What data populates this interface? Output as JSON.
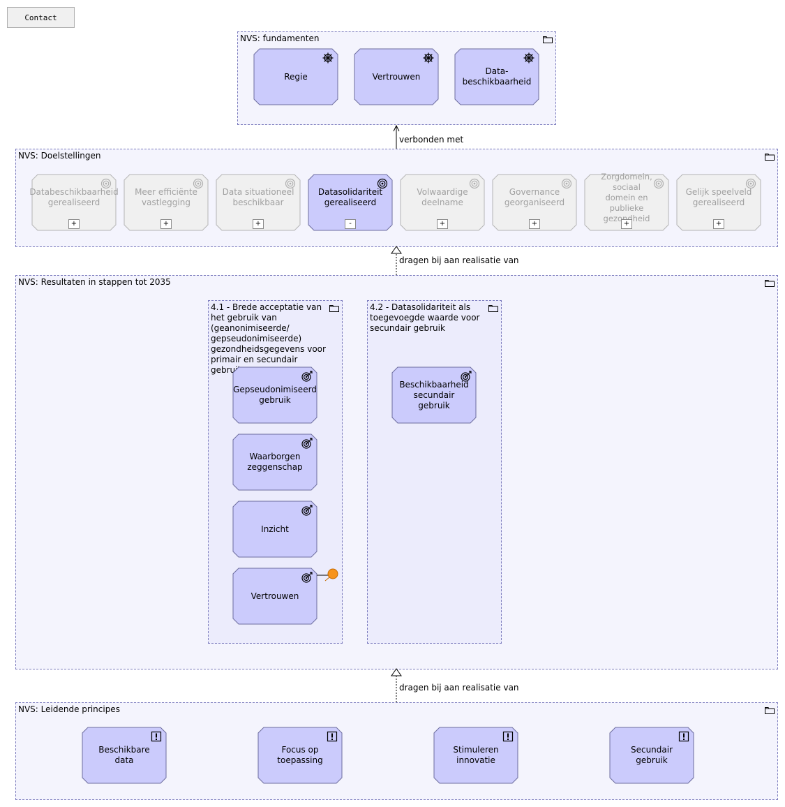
{
  "contact_button": "Contact",
  "groups": {
    "fundamenten": {
      "label": "NVS: fundamenten",
      "nodes": [
        "Regie",
        "Vertrouwen",
        "Data-\nbeschikbaarheid"
      ]
    },
    "doelstellingen": {
      "label": "NVS: Doelstellingen",
      "nodes": [
        {
          "label": "Databeschikbaarheid\ngerealiseerd",
          "toggle": "+",
          "active": false
        },
        {
          "label": "Meer efficiënte\nvastlegging",
          "toggle": "+",
          "active": false
        },
        {
          "label": "Data situationeel\nbeschikbaar",
          "toggle": "+",
          "active": false
        },
        {
          "label": "Datasolidariteit\ngerealiseerd",
          "toggle": "-",
          "active": true
        },
        {
          "label": "Volwaardige\ndeelname",
          "toggle": "+",
          "active": false
        },
        {
          "label": "Governance\ngeorganiseerd",
          "toggle": "+",
          "active": false
        },
        {
          "label": "Zorgdomein, sociaal\ndomein en publieke\ngezondheid",
          "toggle": "+",
          "active": false
        },
        {
          "label": "Gelijk speelveld\ngerealiseerd",
          "toggle": "+",
          "active": false
        }
      ]
    },
    "resultaten": {
      "label": "NVS: Resultaten in stappen tot 2035",
      "sub41": {
        "label": "4.1 - Brede acceptatie van het gebruik van (geanonimiseerde/ gepseudonimiseerde) gezondheidsgegevens voor primair en secundair gebruik",
        "nodes": [
          "Gepseudonimiseerd\ngebruik",
          "Waarborgen\nzeggenschap",
          "Inzicht",
          "Vertrouwen"
        ]
      },
      "sub42": {
        "label": "4.2 - Datasolidariteit als toegevoegde waarde voor secundair gebruik",
        "nodes": [
          "Beschikbaarheid\nsecundair gebruik"
        ]
      }
    },
    "principes": {
      "label": "NVS: Leidende principes",
      "nodes": [
        "Beschikbare data",
        "Focus op toepassing",
        "Stimuleren innovatie",
        "Secundair gebruik"
      ]
    }
  },
  "connections": {
    "verbonden": "verbonden met",
    "dragen1": "dragen bij aan realisatie van",
    "dragen2": "dragen bij aan realisatie van"
  },
  "colors": {
    "node_fill": "#cbcbfc",
    "node_border": "#6d6d9e",
    "inactive_fill": "#f0f0f0",
    "inactive_border": "#b5b5b5",
    "group_fill": "#f4f4fd",
    "group_border": "#7b7bbd",
    "marker": "#f7941d"
  }
}
